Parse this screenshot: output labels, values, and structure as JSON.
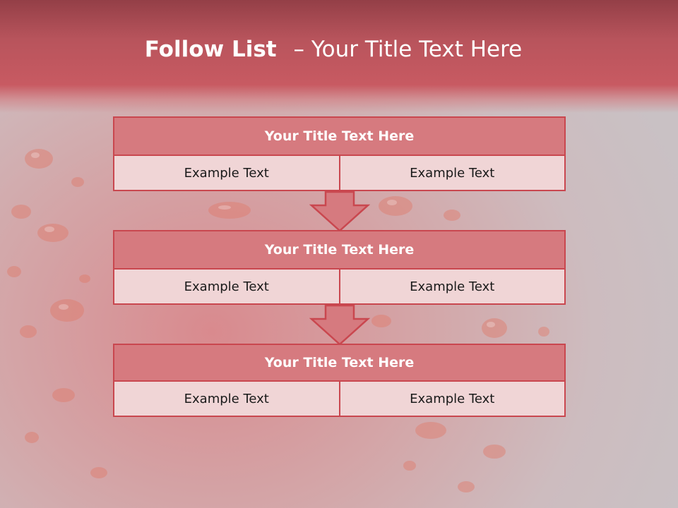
{
  "slide": {
    "title_bold": "Follow List",
    "title_separator": "–",
    "title_rest": "Your Title Text Here"
  },
  "steps": [
    {
      "title": "Your Title Text Here",
      "left": "Example Text",
      "right": "Example Text"
    },
    {
      "title": "Your Title Text Here",
      "left": "Example Text",
      "right": "Example Text"
    },
    {
      "title": "Your Title Text Here",
      "left": "Example Text",
      "right": "Example Text"
    }
  ],
  "colors": {
    "accent": "#c9474f",
    "title_fill": "#d67a7f",
    "cell_fill": "#f0d5d6",
    "header": "#b8545c"
  }
}
